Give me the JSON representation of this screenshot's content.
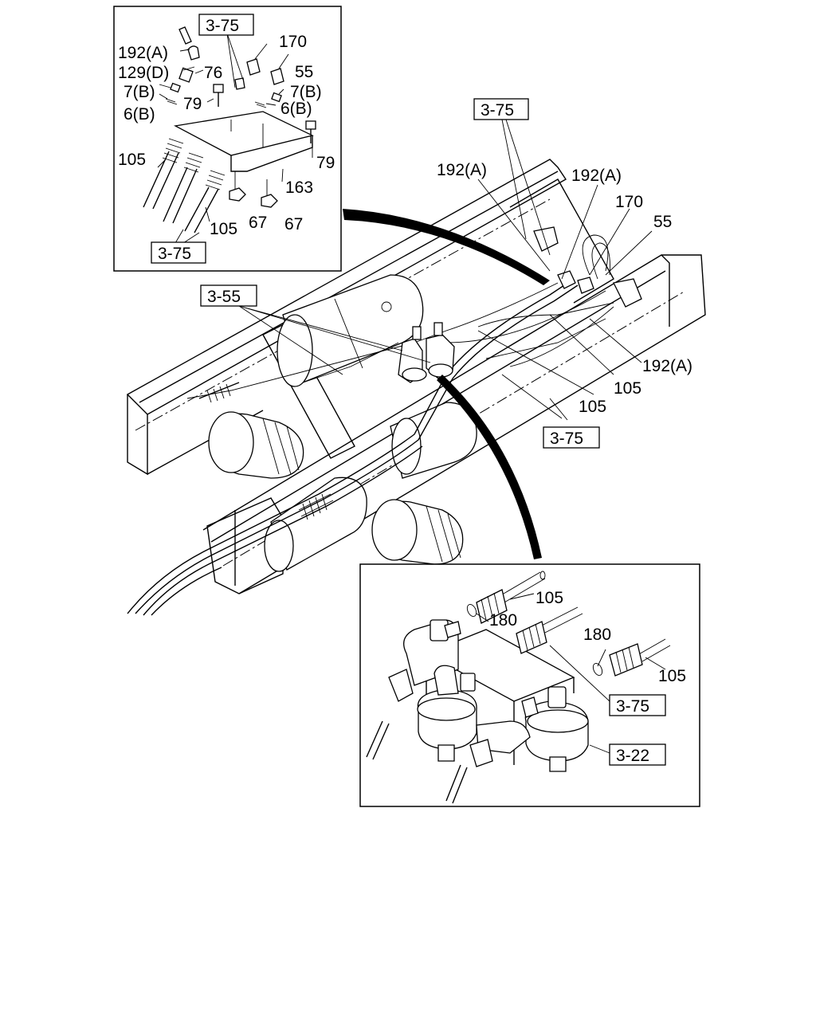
{
  "callouts": {
    "c192a_inset": "192(A)",
    "c129d": "129(D)",
    "c76": "76",
    "c7b_left": "7(B)",
    "c6b_left": "6(B)",
    "c79_left": "79",
    "c170_inset": "170",
    "c55_inset": "55",
    "c7b_right": "7(B)",
    "c6b_right": "6(B)",
    "c79_right": "79",
    "c163": "163",
    "c105_inset_left": "105",
    "c105_inset_mid": "105",
    "c67_left": "67",
    "c67_right": "67",
    "c192a_main_1": "192(A)",
    "c192a_main_2": "192(A)",
    "c170_main": "170",
    "c55_main": "55",
    "c192a_main_3": "192(A)",
    "c105_main_1": "105",
    "c105_main_2": "105",
    "c105_valve_top": "105",
    "c180_left": "180",
    "c180_right": "180",
    "c105_valve_right": "105"
  },
  "refs": {
    "r375_inset_top": "3-75",
    "r375_inset_bottom": "3-75",
    "r375_main_top": "3-75",
    "r355": "3-55",
    "r375_main_mid": "3-75",
    "r375_valve": "3-75",
    "r322": "3-22"
  }
}
